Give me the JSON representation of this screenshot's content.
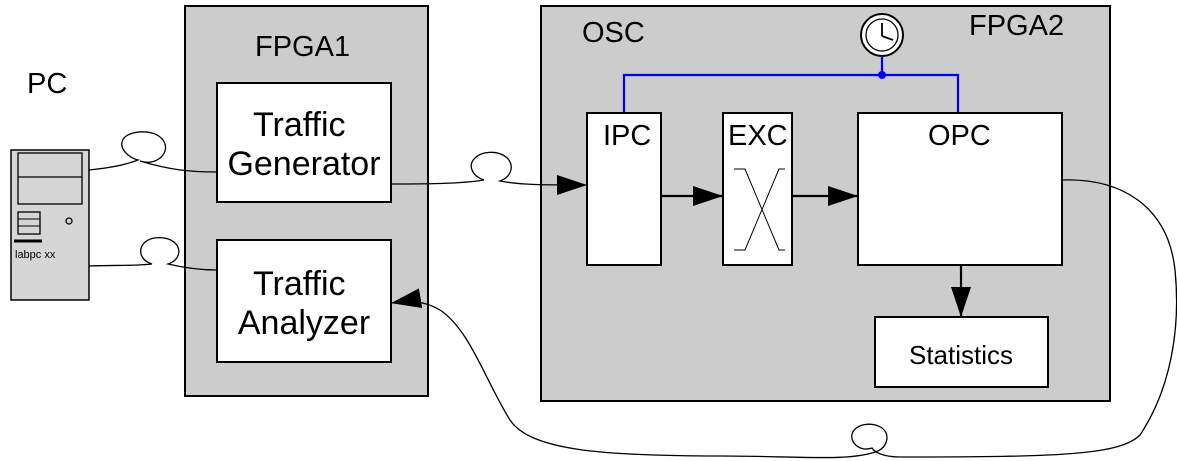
{
  "labels": {
    "pc": "PC",
    "pc_tag": "labpc xx",
    "fpga1": "FPGA1",
    "fpga2": "FPGA2",
    "osc": "OSC",
    "traffic_generator": [
      "Traffic",
      "Generator"
    ],
    "traffic_analyzer": [
      "Traffic",
      "Analyzer"
    ],
    "ipc": "IPC",
    "exc": "EXC",
    "opc": "OPC",
    "statistics": "Statistics"
  },
  "icons": {
    "clock": "clock-icon",
    "computer": "computer-tower-icon"
  },
  "colors": {
    "panel": "#cccccc",
    "clock_line": "#0000ee",
    "box": "#ffffff"
  }
}
